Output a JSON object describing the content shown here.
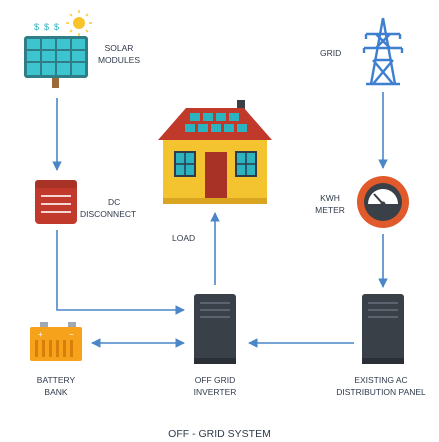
{
  "title": "OFF - GRID SYSTEM",
  "colors": {
    "arrow": "#4a86c8",
    "panel": "#2bb3c0",
    "house_wall": "#f4c430",
    "house_roof": "#c0392b",
    "dc_disconnect": "#c0392b",
    "meter_ring": "#e05a2b",
    "battery": "#f7a21b",
    "inverter": "#3a4048"
  },
  "nodes": {
    "solar": {
      "label_line1": "SOLAR",
      "label_line2": "MODULES",
      "icon": "solar-panel-icon"
    },
    "grid": {
      "label": "GRID",
      "icon": "transmission-tower-icon"
    },
    "load": {
      "label": "LOAD",
      "icon": "house-icon"
    },
    "dc": {
      "label_line1": "DC",
      "label_line2": "DISCONNECT",
      "icon": "dc-disconnect-icon"
    },
    "meter": {
      "label_line1": "KWH",
      "label_line2": "METER",
      "icon": "kwh-meter-icon"
    },
    "battery": {
      "label_line1": "BATTERY",
      "label_line2": "BANK",
      "icon": "battery-icon"
    },
    "inverter": {
      "label_line1": "OFF GRID",
      "label_line2": "INVERTER",
      "icon": "inverter-icon"
    },
    "panel": {
      "label_line1": "EXISTING AC",
      "label_line2": "DISTRIBUTION PANEL",
      "icon": "distribution-panel-icon"
    }
  }
}
